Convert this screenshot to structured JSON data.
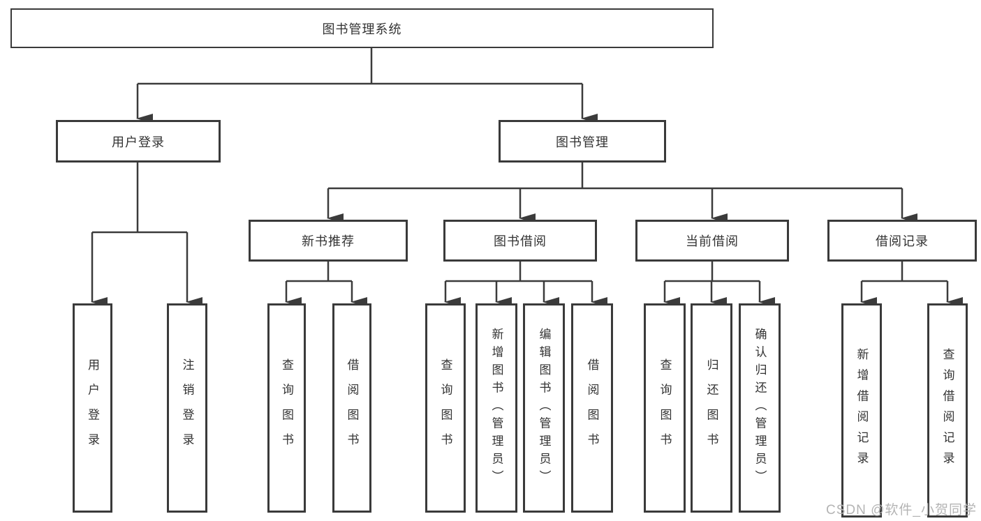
{
  "tree": {
    "root": "图书管理系统",
    "branches": [
      {
        "label": "用户登录",
        "children": [
          "用户登录",
          "注销登录"
        ]
      },
      {
        "label": "图书管理",
        "children": [
          {
            "label": "新书推荐",
            "children": [
              "查询图书",
              "借阅图书"
            ]
          },
          {
            "label": "图书借阅",
            "children": [
              "查询图书",
              "新增图书（管理员）",
              "编辑图书（管理员）",
              "借阅图书"
            ]
          },
          {
            "label": "当前借阅",
            "children": [
              "查询图书",
              "归还图书",
              "确认归还（管理员）"
            ]
          },
          {
            "label": "借阅记录",
            "children": [
              "新增借阅记录",
              "查询借阅记录"
            ]
          }
        ]
      }
    ]
  },
  "watermark": {
    "text": "CSDN @软件_小贺同学"
  },
  "colors": {
    "line": "#3b3b3b",
    "border": "#3a3a3a",
    "text": "#333333",
    "background": "#ffffff",
    "watermark": "#b4b4b4"
  }
}
